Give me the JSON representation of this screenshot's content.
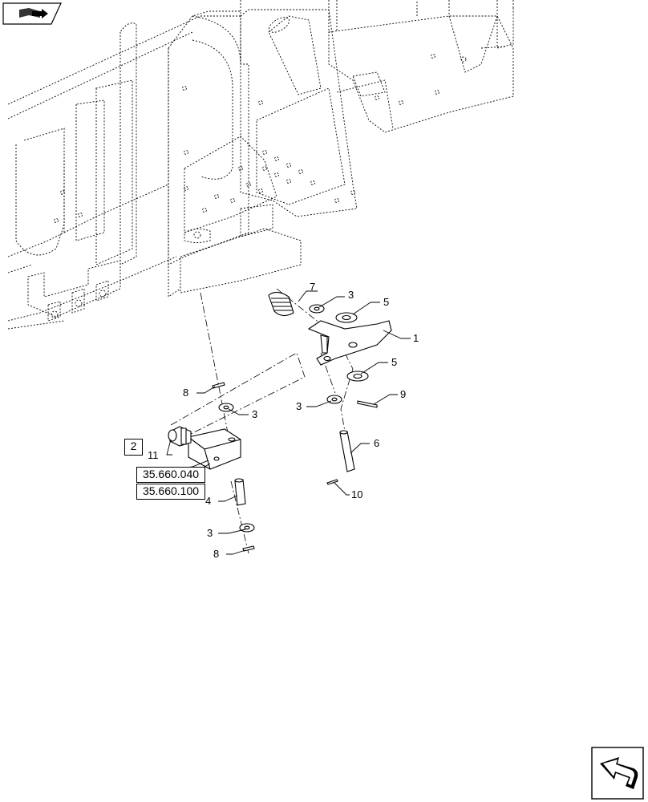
{
  "callouts": {
    "c1": "1",
    "c2": "2",
    "c3a": "3",
    "c3b": "3",
    "c3c": "3",
    "c3d": "3",
    "c4": "4",
    "c5a": "5",
    "c5b": "5",
    "c6": "6",
    "c7": "7",
    "c8a": "8",
    "c8b": "8",
    "c9": "9",
    "c10": "10",
    "c11": "11"
  },
  "references": {
    "ref1": "35.660.040",
    "ref2": "35.660.100"
  },
  "icons": {
    "top_left": "book-arrow-icon",
    "bottom_right": "navigate-arrow-icon"
  }
}
